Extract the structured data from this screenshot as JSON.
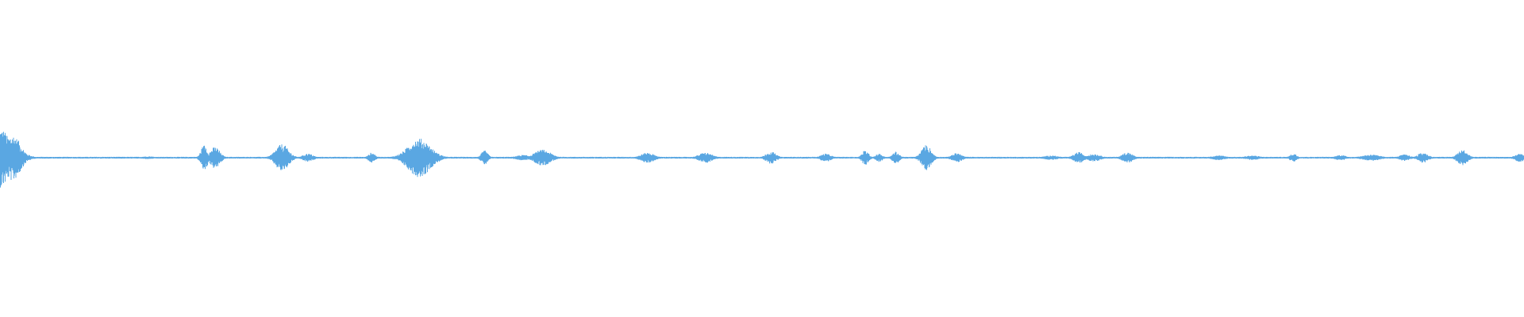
{
  "waveform": {
    "color": "#5aa7e2",
    "background": "#ffffff",
    "baseline_amplitude": 0.01,
    "bursts": [
      {
        "t": 0.0,
        "amp": 0.62,
        "width": 0.006
      },
      {
        "t": 0.008,
        "amp": 0.48,
        "width": 0.005
      },
      {
        "t": 0.015,
        "amp": 0.08,
        "width": 0.004
      },
      {
        "t": 0.097,
        "amp": 0.02,
        "width": 0.004
      },
      {
        "t": 0.134,
        "amp": 0.26,
        "width": 0.002
      },
      {
        "t": 0.141,
        "amp": 0.22,
        "width": 0.003
      },
      {
        "t": 0.185,
        "amp": 0.28,
        "width": 0.004
      },
      {
        "t": 0.202,
        "amp": 0.08,
        "width": 0.003
      },
      {
        "t": 0.244,
        "amp": 0.1,
        "width": 0.002
      },
      {
        "t": 0.266,
        "amp": 0.05,
        "width": 0.004
      },
      {
        "t": 0.275,
        "amp": 0.4,
        "width": 0.007
      },
      {
        "t": 0.285,
        "amp": 0.1,
        "width": 0.004
      },
      {
        "t": 0.318,
        "amp": 0.14,
        "width": 0.002
      },
      {
        "t": 0.343,
        "amp": 0.05,
        "width": 0.004
      },
      {
        "t": 0.356,
        "amp": 0.16,
        "width": 0.005
      },
      {
        "t": 0.425,
        "amp": 0.1,
        "width": 0.004
      },
      {
        "t": 0.463,
        "amp": 0.1,
        "width": 0.004
      },
      {
        "t": 0.506,
        "amp": 0.12,
        "width": 0.003
      },
      {
        "t": 0.542,
        "amp": 0.08,
        "width": 0.003
      },
      {
        "t": 0.568,
        "amp": 0.15,
        "width": 0.002
      },
      {
        "t": 0.577,
        "amp": 0.08,
        "width": 0.002
      },
      {
        "t": 0.588,
        "amp": 0.12,
        "width": 0.002
      },
      {
        "t": 0.608,
        "amp": 0.26,
        "width": 0.003
      },
      {
        "t": 0.628,
        "amp": 0.09,
        "width": 0.003
      },
      {
        "t": 0.69,
        "amp": 0.04,
        "width": 0.004
      },
      {
        "t": 0.708,
        "amp": 0.11,
        "width": 0.003
      },
      {
        "t": 0.718,
        "amp": 0.07,
        "width": 0.004
      },
      {
        "t": 0.74,
        "amp": 0.11,
        "width": 0.003
      },
      {
        "t": 0.8,
        "amp": 0.04,
        "width": 0.004
      },
      {
        "t": 0.822,
        "amp": 0.04,
        "width": 0.004
      },
      {
        "t": 0.849,
        "amp": 0.08,
        "width": 0.002
      },
      {
        "t": 0.88,
        "amp": 0.05,
        "width": 0.003
      },
      {
        "t": 0.9,
        "amp": 0.06,
        "width": 0.005
      },
      {
        "t": 0.922,
        "amp": 0.06,
        "width": 0.003
      },
      {
        "t": 0.934,
        "amp": 0.1,
        "width": 0.003
      },
      {
        "t": 0.96,
        "amp": 0.16,
        "width": 0.003
      },
      {
        "t": 0.998,
        "amp": 0.08,
        "width": 0.003
      }
    ]
  }
}
